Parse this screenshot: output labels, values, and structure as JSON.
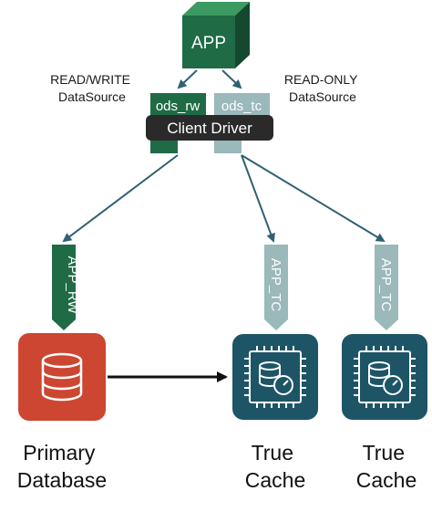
{
  "app": {
    "label": "APP"
  },
  "datasources": {
    "rw_label": [
      "READ/WRITE",
      "DataSource"
    ],
    "ro_label": [
      "READ-ONLY",
      "DataSource"
    ]
  },
  "driver": {
    "label": "Client Driver",
    "tag_rw": "ods_rw",
    "tag_tc": "ods_tc"
  },
  "services": {
    "rw": "APP_RW",
    "tc1": "APP_TC",
    "tc2": "APP_TC"
  },
  "databases": {
    "primary": [
      "Primary",
      "Database"
    ],
    "cache1": [
      "True",
      "Cache"
    ],
    "cache2": [
      "True",
      "Cache"
    ]
  },
  "colors": {
    "app_front": "#1f6b45",
    "app_top": "#3b9a62",
    "app_side": "#14492f",
    "rw_green": "#1f6b45",
    "tc_gray": "#9bb8bb",
    "driver_bg": "#2a2a2a",
    "primary_red": "#cd4632",
    "cache_teal": "#1d5566",
    "arrow": "#2f6074"
  },
  "icons": {
    "app": "cube-icon",
    "primary": "database-icon",
    "cache": "chip-database-gauge-icon"
  }
}
